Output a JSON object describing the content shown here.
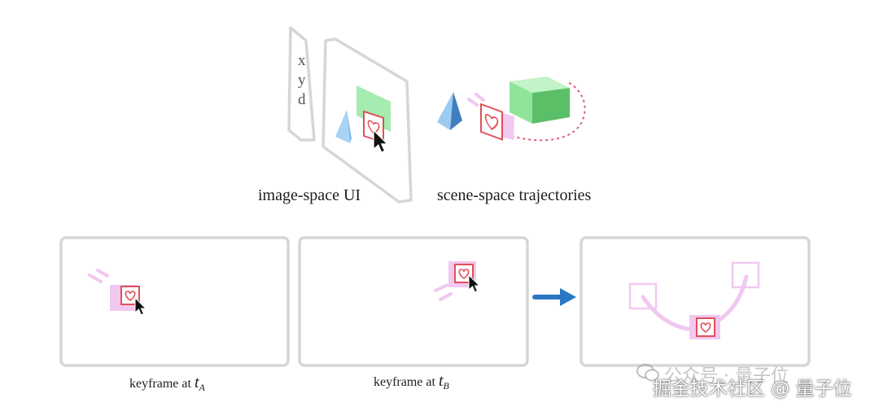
{
  "ui_panel": {
    "axes": [
      "x",
      "y",
      "d"
    ]
  },
  "labels": {
    "image_space": "image-space UI",
    "scene_space": "scene-space trajectories",
    "keyframe_a_prefix": "keyframe at ",
    "keyframe_a_var": "t",
    "keyframe_a_sub": "A",
    "keyframe_b_prefix": "keyframe at ",
    "keyframe_b_var": "t",
    "keyframe_b_sub": "B"
  },
  "watermark": {
    "line1": "公众号 · 量子位",
    "line2": "掘金技术社区 @ 量子位"
  },
  "colors": {
    "frame": "#d6d6d6",
    "sticker_pink": "#f1c8f0",
    "heart_red": "#e0505a",
    "cube_green": "#6fd47c",
    "pyramid_blue": "#7fb8e6",
    "arrow_blue": "#2a78c4",
    "trajectory_dots": "#e05a78"
  },
  "icons": [
    "cursor-icon",
    "heart-icon",
    "arrow-right-icon"
  ]
}
